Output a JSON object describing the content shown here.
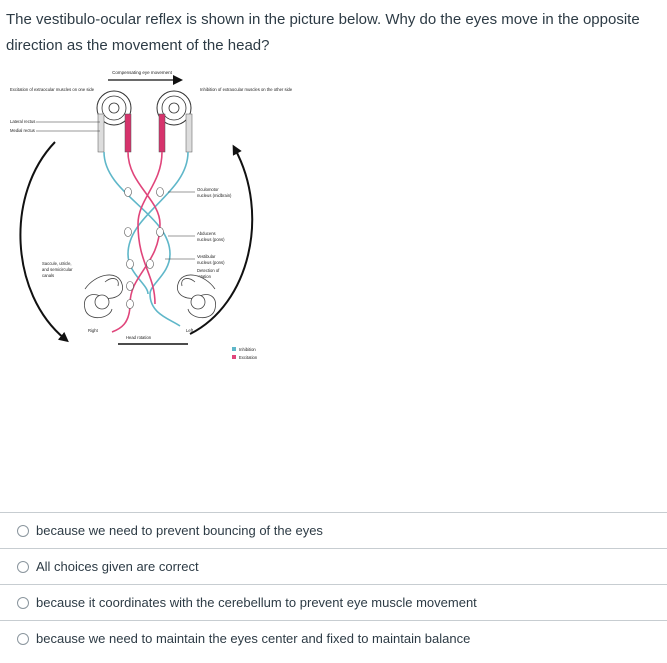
{
  "question": {
    "text": "The vestibulo-ocular reflex is shown in the picture below.  Why do the eyes move in the opposite direction as the movement of the head?"
  },
  "figure": {
    "top_label": "Compensating eye movement",
    "excitation_left": "Excitation of extraocular muscles on one side",
    "inhibition_right": "Inhibition of extraocular muscles on the other side",
    "lateral_rectus": "Lateral rectus",
    "medial_rectus": "Medial rectus",
    "oculomotor": [
      "Oculomotor",
      "nucleus (midbrain)"
    ],
    "abducens": [
      "Abducens",
      "nucleus (pons)"
    ],
    "vestibular": [
      "Vestibular",
      "nucleus (pons)"
    ],
    "detection": [
      "Detection of",
      "rotation"
    ],
    "saccule": [
      "Saccule, utricle,",
      "and semicircular",
      "canals"
    ],
    "right": "Right",
    "left": "Left",
    "head_rotation": "Head rotation",
    "legend_inhibition": "Inhibition",
    "legend_excitation": "Excitation",
    "colors": {
      "inhibition": "#5fb7c9",
      "excitation": "#e0457b"
    }
  },
  "choices": [
    {
      "label": "because we need to prevent bouncing of the eyes"
    },
    {
      "label": "All choices given are correct"
    },
    {
      "label": "because it coordinates with the cerebellum to prevent eye muscle movement"
    },
    {
      "label": "because we need to maintain the eyes center and fixed to maintain balance"
    }
  ]
}
